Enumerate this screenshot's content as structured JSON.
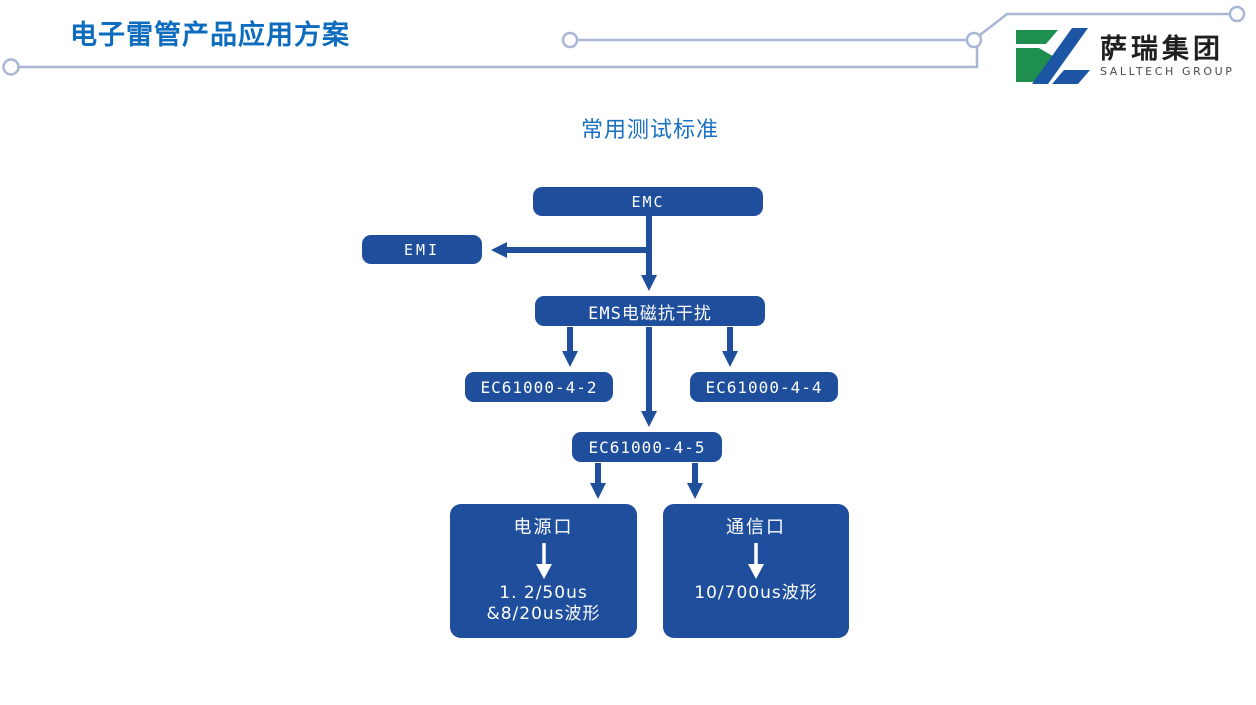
{
  "page": {
    "background": "#ffffff"
  },
  "header": {
    "title": "电子雷管产品应用方案",
    "logo": {
      "company": "萨瑞集团",
      "company_en": "SALLTECH GROUP"
    }
  },
  "diagram": {
    "subtitle": "常用测试标准",
    "nodes": {
      "emc": "EMC",
      "emi": "EMI",
      "ems": "EMS电磁抗干扰",
      "ec42": "EC61000-4-2",
      "ec44": "EC61000-4-4",
      "ec45": "EC61000-4-5",
      "power_port": "电源口",
      "power_wave_line1": "1. 2/50us",
      "power_wave_line2": "&8/20us波形",
      "comm_port": "通信口",
      "comm_wave": "10/700us波形"
    },
    "edges": [
      {
        "from": "EMC",
        "to": "EMI"
      },
      {
        "from": "EMC",
        "to": "EMS电磁抗干扰"
      },
      {
        "from": "EMS电磁抗干扰",
        "to": "EC61000-4-2"
      },
      {
        "from": "EMS电磁抗干扰",
        "to": "EC61000-4-4"
      },
      {
        "from": "EMS电磁抗干扰",
        "to": "EC61000-4-5"
      },
      {
        "from": "EC61000-4-5",
        "to": "电源口"
      },
      {
        "from": "EC61000-4-5",
        "to": "通信口"
      },
      {
        "from": "电源口",
        "to": "1. 2/50us &8/20us波形"
      },
      {
        "from": "通信口",
        "to": "10/700us波形"
      }
    ]
  },
  "colors": {
    "title_blue": "#0d6cbd",
    "subtitle_blue": "#1a70c2",
    "node_blue": "#1f4f9c",
    "connector_gray": "#a9b6d6",
    "logo_green": "#1e8f4e",
    "logo_blue": "#1d55a5",
    "logo_text": "#1f1f1f",
    "logo_subtext": "#4a4a4a"
  }
}
